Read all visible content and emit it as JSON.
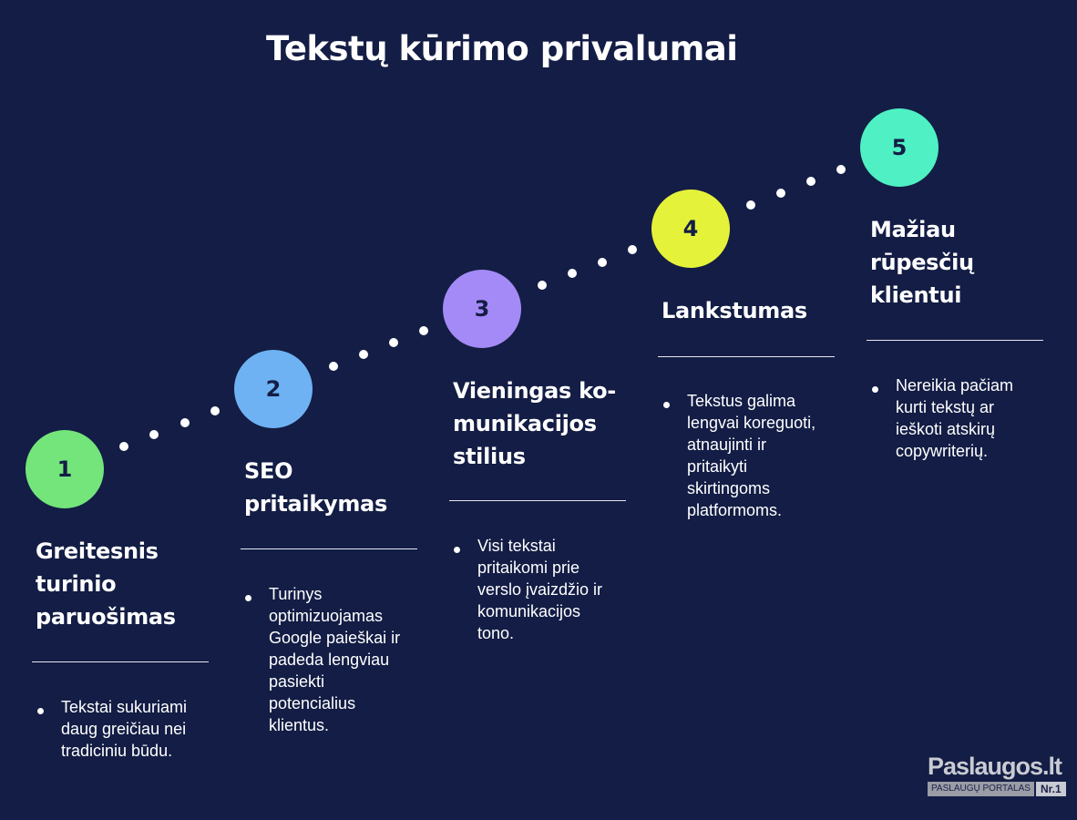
{
  "title": "Tekstų kūrimo privalumai",
  "steps": [
    {
      "number": "1",
      "color": "#73e57a",
      "title_lines": [
        "Greitesnis",
        "turinio",
        "paruošimas"
      ],
      "desc_lines": [
        "Tekstai sukuriami",
        "daug greičiau nei",
        "tradiciniu būdu."
      ]
    },
    {
      "number": "2",
      "color": "#6eb2f3",
      "title_lines": [
        "SEO",
        "pritaikymas"
      ],
      "desc_lines": [
        "Turinys",
        "optimizuojamas",
        "Google paieškai ir",
        "padeda lengviau",
        "pasiekti",
        "potencialius",
        "klientus."
      ]
    },
    {
      "number": "3",
      "color": "#a48af6",
      "title_lines": [
        "Vieningas ko-",
        "munikacijos",
        "stilius"
      ],
      "desc_lines": [
        "Visi tekstai",
        "pritaikomi prie",
        "verslo įvaizdžio ir",
        "komunikacijos",
        "tono."
      ]
    },
    {
      "number": "4",
      "color": "#e5f23a",
      "title_lines": [
        "Lankstumas"
      ],
      "desc_lines": [
        "Tekstus galima",
        "lengvai koreguoti,",
        "atnaujinti ir",
        "pritaikyti",
        "skirtingoms",
        "platformoms."
      ]
    },
    {
      "number": "5",
      "color": "#4ff0c3",
      "title_lines": [
        "Mažiau",
        "rūpesčių",
        "klientui"
      ],
      "desc_lines": [
        "Nereikia pačiam",
        "kurti tekstų ar",
        "ieškoti atskirų",
        "copywriterių."
      ]
    }
  ],
  "logo": {
    "wordmark": "Paslaugos.lt",
    "subtitle": "PASLAUGŲ PORTALAS",
    "badge": "Nr.1"
  }
}
